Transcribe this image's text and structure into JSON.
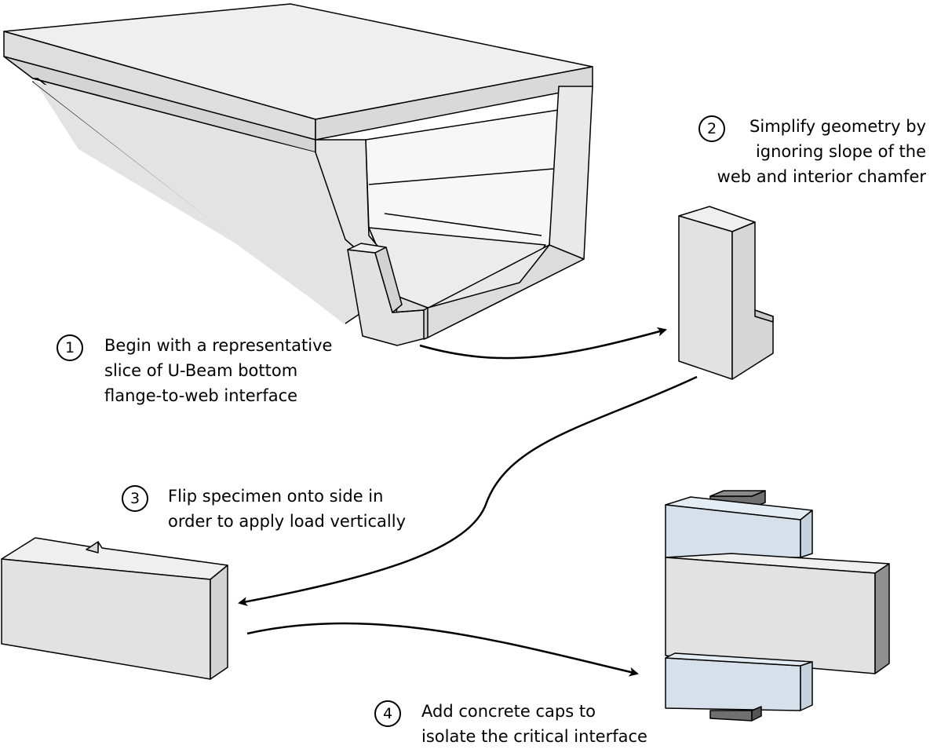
{
  "colors": {
    "concrete_face": "#e2e2e2",
    "concrete_top": "#eeeeee",
    "concrete_side": "#cfcfcf",
    "cap_blue": "#d5e0ea",
    "cap_blue_light": "#e5edf4",
    "bearing_pad": "#707070",
    "outline": "#000000"
  },
  "steps": [
    {
      "number": "1",
      "lines": [
        "Begin with a representative",
        "slice of U-Beam bottom",
        "flange-to-web interface"
      ]
    },
    {
      "number": "2",
      "lines": [
        "Simplify geometry by",
        "ignoring slope of the",
        "web and interior chamfer"
      ]
    },
    {
      "number": "3",
      "lines": [
        "Flip specimen onto side in",
        "order to apply load vertically"
      ]
    },
    {
      "number": "4",
      "lines": [
        "Add concrete caps to",
        "isolate the critical interface"
      ]
    }
  ]
}
